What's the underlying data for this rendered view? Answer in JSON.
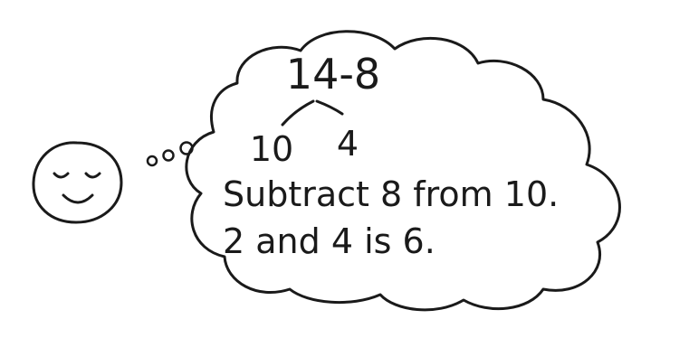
{
  "colors": {
    "ink": "#1a1a1a",
    "background": "#ffffff"
  },
  "icons": {
    "face": "sleepy-smiley-face-icon",
    "dots": "thought-bubble-dots-icon",
    "cloud": "thought-cloud-icon"
  },
  "problem": "14-8",
  "decomposition": {
    "tens": "10",
    "ones": "4"
  },
  "steps": [
    "Subtract 8 from 10.",
    "2 and 4 is 6."
  ]
}
